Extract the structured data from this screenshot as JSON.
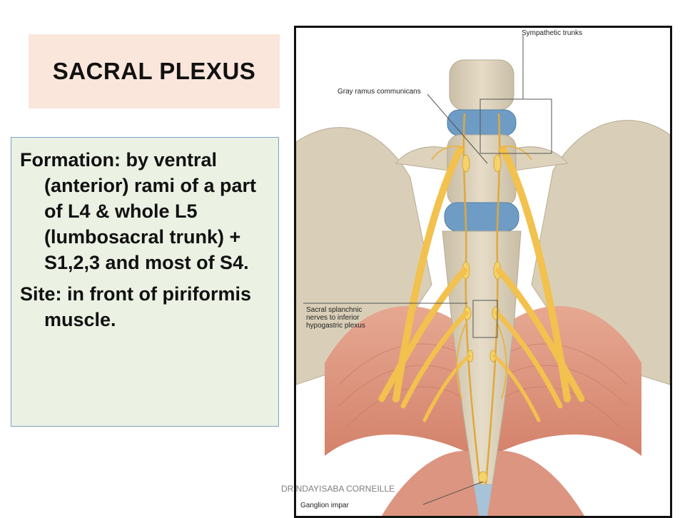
{
  "slide": {
    "title": "SACRAL PLEXUS",
    "formation": "Formation: by ventral (anterior) rami of a part of L4 & whole L5 (lumbosacral trunk) + S1,2,3 and most of S4.",
    "site": "Site: in front of piriformis muscle."
  },
  "figure": {
    "labels": {
      "sympathetic_trunks": "Sympathetic trunks",
      "gray_ramus": "Gray ramus communicans",
      "sacral_splanchnic_1": "Sacral splanchnic",
      "sacral_splanchnic_2": "nerves to inferior",
      "sacral_splanchnic_3": "hypogastric plexus",
      "ganglion_impar": "Ganglion impar"
    }
  },
  "footer": {
    "author": "DR NDAYISABA CORNEILLE"
  },
  "colors": {
    "title_bg": "#fbe6dc",
    "content_bg": "#ebf1e3",
    "content_border": "#7da0c8",
    "bone": "#ddd3bd",
    "disc": "#6f9cc4",
    "nerve": "#f2c14e",
    "muscle": "#d98a72"
  }
}
